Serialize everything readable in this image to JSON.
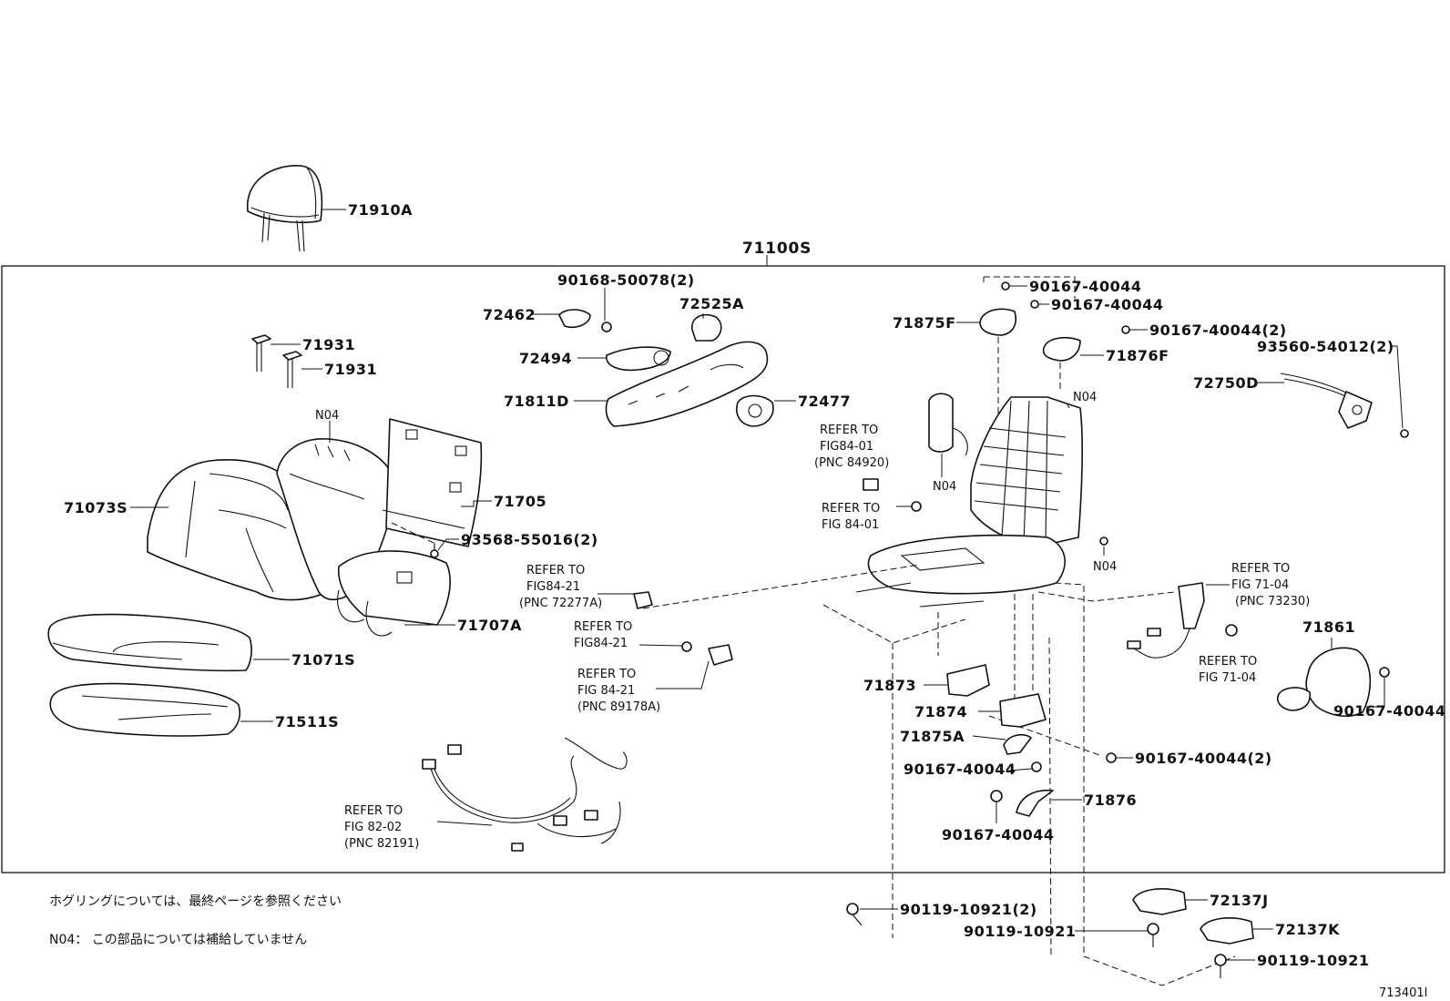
{
  "diagram_id": "713401I",
  "assembly_label": "71100S",
  "part_labels": {
    "p71910A": "71910A",
    "p71931a": "71931",
    "p71931b": "71931",
    "p72462": "72462",
    "p90168": "90168-50078(2)",
    "p72525A": "72525A",
    "p72494": "72494",
    "p71811D": "71811D",
    "p72477": "72477",
    "p71875F": "71875F",
    "p90167_top1": "90167-40044",
    "p90167_top2": "90167-40044",
    "p90167_top3": "90167-40044(2)",
    "p71876F": "71876F",
    "p93560": "93560-54012(2)",
    "p72750D": "72750D",
    "p71073S": "71073S",
    "p71705": "71705",
    "p93568": "93568-55016(2)",
    "p71707A": "71707A",
    "p71071S": "71071S",
    "p71511S": "71511S",
    "p71873": "71873",
    "p71874": "71874",
    "p71875A": "71875A",
    "p90167_mid1": "90167-40044",
    "p90167_mid2": "90167-40044(2)",
    "p71876": "71876",
    "p90167_bot": "90167-40044",
    "p71861": "71861",
    "p90167_right": "90167-40044",
    "p90119_a": "90119-10921(2)",
    "p90119_b": "90119-10921",
    "p90119_c": "90119-10921",
    "p72137J": "72137J",
    "p72137K": "72137K"
  },
  "n04_labels": {
    "left": "N04",
    "frame_top": "N04",
    "frame_left": "N04",
    "frame_right": "N04"
  },
  "refer_blocks": {
    "r1": {
      "l1": "REFER TO",
      "l2": "FIG84-01",
      "l3": "(PNC 84920)"
    },
    "r2": {
      "l1": "REFER TO",
      "l2": "FIG 84-01"
    },
    "r3": {
      "l1": "REFER TO",
      "l2": "FIG84-21",
      "l3": "(PNC 72277A)"
    },
    "r4": {
      "l1": "REFER TO",
      "l2": "FIG84-21"
    },
    "r5": {
      "l1": "REFER TO",
      "l2": "FIG 84-21",
      "l3": "(PNC 89178A)"
    },
    "r6": {
      "l1": "REFER TO",
      "l2": "FIG 82-02",
      "l3": "(PNC 82191)"
    },
    "r7": {
      "l1": "REFER TO",
      "l2": "FIG 71-04",
      "l3": "(PNC 73230)"
    },
    "r8": {
      "l1": "REFER TO",
      "l2": "FIG 71-04"
    }
  },
  "notes": {
    "line1": "ホグリングについては、最終ページを参照ください",
    "line2": "N04： この部品については補給していません"
  }
}
